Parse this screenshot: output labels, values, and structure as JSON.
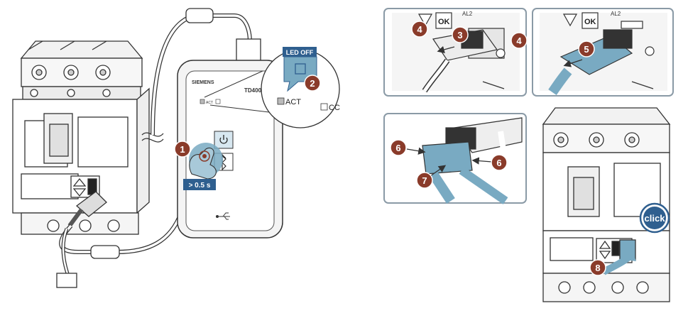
{
  "colors": {
    "step_badge": "#8a3b2a",
    "callout_blue": "#2f5f8f",
    "highlight_blue": "#79aac2",
    "line": "#333333",
    "light_gray": "#eeeeee",
    "mid_gray": "#cfcfcf"
  },
  "device": {
    "brand": "SIEMENS",
    "model": "TD400",
    "act_small": "ACT",
    "power_icon": "power-icon",
    "bluetooth_icon": "bluetooth-icon",
    "usb_icon": "usb-icon"
  },
  "callouts": {
    "led_off": "LED OFF",
    "press_duration": "> 0.5 s",
    "act_label": "ACT",
    "cc_label": "CC",
    "click": "click",
    "al2": "AL2",
    "ok_symbol": "OK"
  },
  "steps": [
    "1",
    "2",
    "3",
    "4",
    "4",
    "5",
    "6",
    "6",
    "7",
    "8"
  ]
}
